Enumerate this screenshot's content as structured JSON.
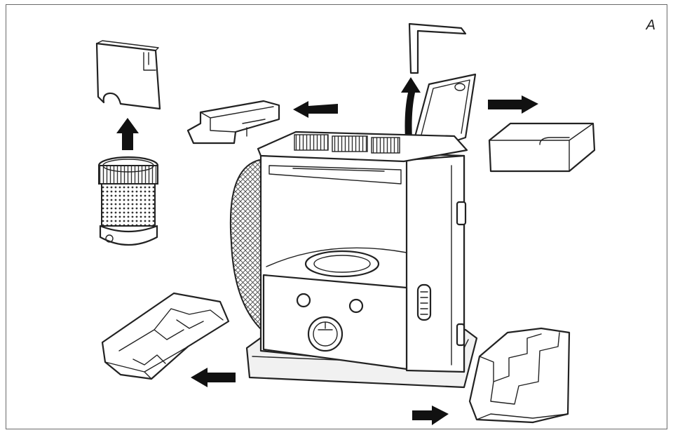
{
  "figure": {
    "label": "A"
  },
  "parts": [
    {
      "name": "chimney-cover-part"
    },
    {
      "name": "wick-burner-part"
    },
    {
      "name": "top-frame-bracket-part"
    },
    {
      "name": "l-shaped-rod-part"
    },
    {
      "name": "tank-lid-part"
    },
    {
      "name": "foam-block-top-right-part"
    },
    {
      "name": "foam-packing-left-part"
    },
    {
      "name": "foam-packing-right-part"
    },
    {
      "name": "heater-body"
    }
  ],
  "colors": {
    "line": "#222222",
    "arrow": "#111111",
    "frame": "#6a6a6a"
  }
}
